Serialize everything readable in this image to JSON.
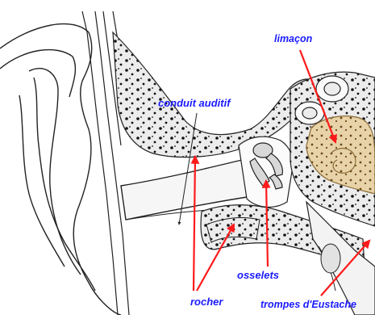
{
  "labels": {
    "conduit_auditif": "conduit auditif",
    "limacon": "limaçon",
    "osselets": "osselets",
    "rocher": "rocher",
    "trompes_eustache": "trompes d'Eustache"
  },
  "colors": {
    "label_text": "#1a1aff",
    "arrow_red": "#ff1a1a",
    "line": "#222222",
    "bone_fill": "#e9e9e9",
    "cochlea_fill": "#e8d3a8"
  }
}
